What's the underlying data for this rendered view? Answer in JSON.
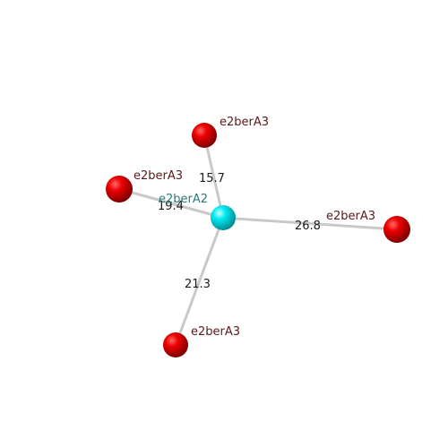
{
  "center": {
    "label": "e2berA2",
    "color": "#00e5ee",
    "label_color": "#2a7a7a"
  },
  "neighbors": [
    {
      "label": "e2berA3",
      "distance": "15.7",
      "color": "#e00000"
    },
    {
      "label": "e2berA3",
      "distance": "19.4",
      "color": "#e00000"
    },
    {
      "label": "e2berA3",
      "distance": "26.8",
      "color": "#e00000"
    },
    {
      "label": "e2berA3",
      "distance": "21.3",
      "color": "#e00000"
    }
  ],
  "neighbor_label_color": "#5a1a1a",
  "bond_color": "#c8c8c8"
}
